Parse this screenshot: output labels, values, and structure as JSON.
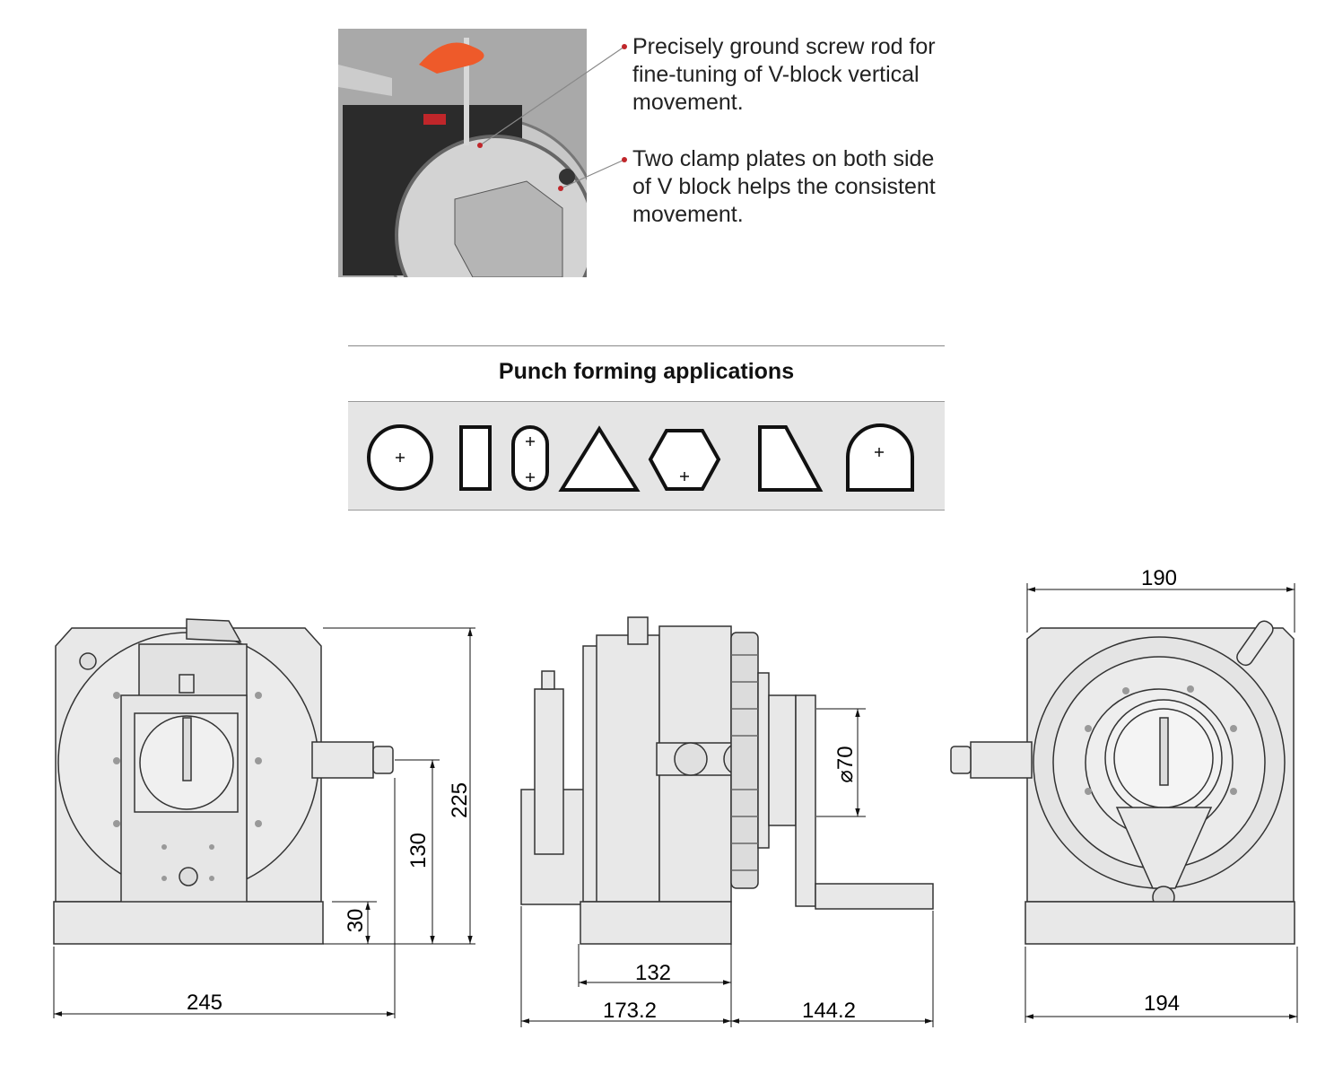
{
  "callouts": [
    {
      "lines": [
        "Precisely ground screw rod for",
        "fine-tuning of V-block vertical",
        "movement."
      ]
    },
    {
      "lines": [
        "Two clamp plates on both side",
        "of V block helps the consistent",
        "movement."
      ]
    }
  ],
  "section": {
    "title": "Punch forming applications",
    "shapes": [
      "circle",
      "rectangle",
      "slot",
      "triangle",
      "hexagon",
      "trapezoid",
      "arch"
    ]
  },
  "dimensions": {
    "front_width": "245",
    "front_height": "225",
    "center_height": "130",
    "base_height": "30",
    "side_base": "132",
    "side_left": "173.2",
    "side_right": "144.2",
    "handwheel_dia": "⌀70",
    "rear_top": "190",
    "rear_bottom": "194"
  },
  "colors": {
    "accent": "#c0262a",
    "drawing_fill": "#e8e8e8",
    "band": "#e5e5e5"
  }
}
